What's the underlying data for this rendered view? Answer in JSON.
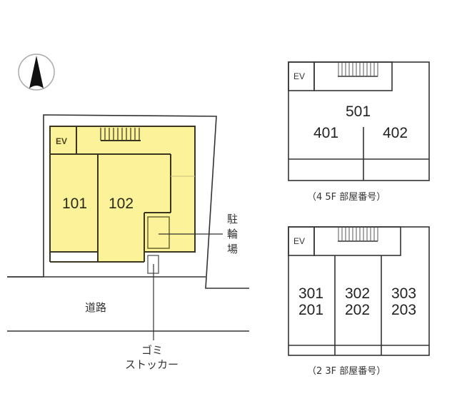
{
  "colors": {
    "building_fill": "#fbf29a",
    "building_stroke": "#3a3620",
    "line": "#333333",
    "background": "#ffffff"
  },
  "compass": {
    "icon": "north-arrow-icon",
    "direction": "N"
  },
  "site_plan": {
    "ev_label": "EV",
    "rooms": [
      {
        "id": "101",
        "label": "101"
      },
      {
        "id": "102",
        "label": "102"
      }
    ],
    "bicycle_parking_label": [
      "駐",
      "輪",
      "場"
    ],
    "road_label": "道路",
    "garbage_stocker_label": [
      "ゴミ",
      "ストッカー"
    ]
  },
  "floor_45": {
    "ev_label": "EV",
    "rooms": [
      {
        "id": "501",
        "label": "501"
      },
      {
        "id": "401",
        "label": "401"
      },
      {
        "id": "402",
        "label": "402"
      }
    ],
    "caption": "（4 5F 部屋番号）"
  },
  "floor_23": {
    "ev_label": "EV",
    "rooms": [
      {
        "upper": "301",
        "lower": "201"
      },
      {
        "upper": "302",
        "lower": "202"
      },
      {
        "upper": "303",
        "lower": "203"
      }
    ],
    "caption": "（2 3F 部屋番号）"
  }
}
